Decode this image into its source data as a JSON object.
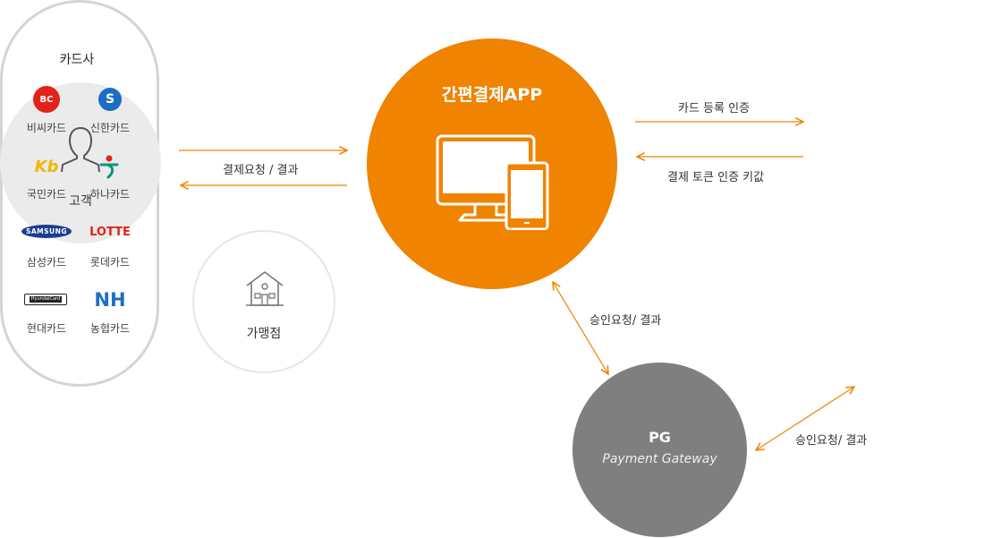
{
  "customer": {
    "label": "고객"
  },
  "merchant": {
    "label": "가맹점"
  },
  "app": {
    "title": "간편결제APP"
  },
  "pg": {
    "title": "PG",
    "subtitle": "Payment Gateway"
  },
  "flows": {
    "customer_app": "결제요청 / 결과",
    "app_to_card": "카드 등록 인증",
    "card_to_app": "결제 토큰 인증 키값",
    "app_pg": "승인요청/ 결과",
    "pg_card": "승인요청/ 결과"
  },
  "card_company": {
    "title": "카드사",
    "cards": [
      {
        "name": "비씨카드",
        "logo_text": "BC",
        "icon": "bc-logo-icon"
      },
      {
        "name": "신한카드",
        "logo_text": "S",
        "icon": "shinhan-logo-icon"
      },
      {
        "name": "국민카드",
        "logo_text": "Kb",
        "icon": "kb-logo-icon"
      },
      {
        "name": "하나카드",
        "logo_text": "",
        "icon": "hana-logo-icon"
      },
      {
        "name": "삼성카드",
        "logo_text": "SAMSUNG",
        "icon": "samsung-logo-icon"
      },
      {
        "name": "롯데카드",
        "logo_text": "LOTTE",
        "icon": "lotte-logo-icon"
      },
      {
        "name": "현대카드",
        "logo_text": "HyundaiCard",
        "icon": "hyundai-logo-icon"
      },
      {
        "name": "농협카드",
        "logo_text": "NH",
        "icon": "nh-logo-icon"
      }
    ]
  },
  "colors": {
    "accent": "#f08300",
    "pg": "#7f7f7f",
    "customer_bg": "#ebebeb"
  }
}
